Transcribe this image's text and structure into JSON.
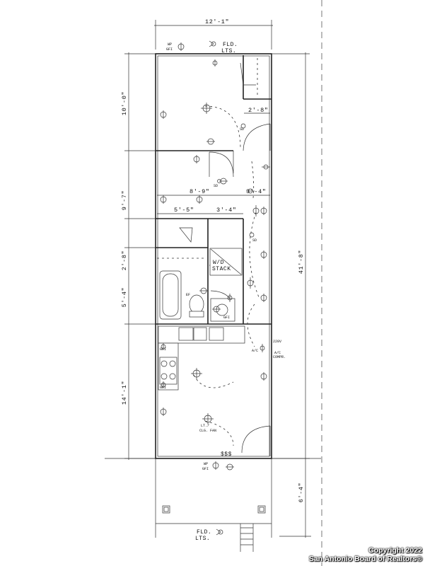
{
  "dimensions": {
    "overall_width": "12'-1\"",
    "overall_length": "41'-8\"",
    "room_front": "10'-0\"",
    "room_middle": "9'-7\"",
    "closet_depth": "2'-8\"",
    "bath_depth": "5'-4\"",
    "living_length": "14'-1\"",
    "porch_depth": "6'-4\"",
    "closet_w1": "2'-8\"",
    "hall_w1": "8'-9\"",
    "hall_w2": "3'-4\"",
    "bath_w1": "5'-5\"",
    "bath_w2": "3'-4\""
  },
  "labels": {
    "fld_lts_top_1": "FLD.",
    "fld_lts_top_2": "LTS.",
    "wp_gfi_top_1": "WP",
    "wp_gfi_top_2": "GFI",
    "sd_1": "SD",
    "sd_2": "SD",
    "sd_3": "SD",
    "wd_stack_1": "W/D",
    "wd_stack_2": "STACK",
    "ef": "EF",
    "gfi_1": "GFI",
    "gfi_2": "GFI",
    "gfi_3": "GFI",
    "volt": "220V",
    "ac_1": "A/C",
    "ac_2": "A/C",
    "ac_3": "COMPR.",
    "clg_fan_1": "LT./",
    "clg_fan_2": "CLG. FAN",
    "switches": "$$$",
    "wp_gfi_bot_1": "WP",
    "wp_gfi_bot_2": "GFI",
    "fld_lts_bot_1": "FLD.",
    "fld_lts_bot_2": "LTS."
  },
  "watermark": {
    "line1": "Copyright 2022",
    "line2": "San Antonio Board of Realtors®"
  }
}
